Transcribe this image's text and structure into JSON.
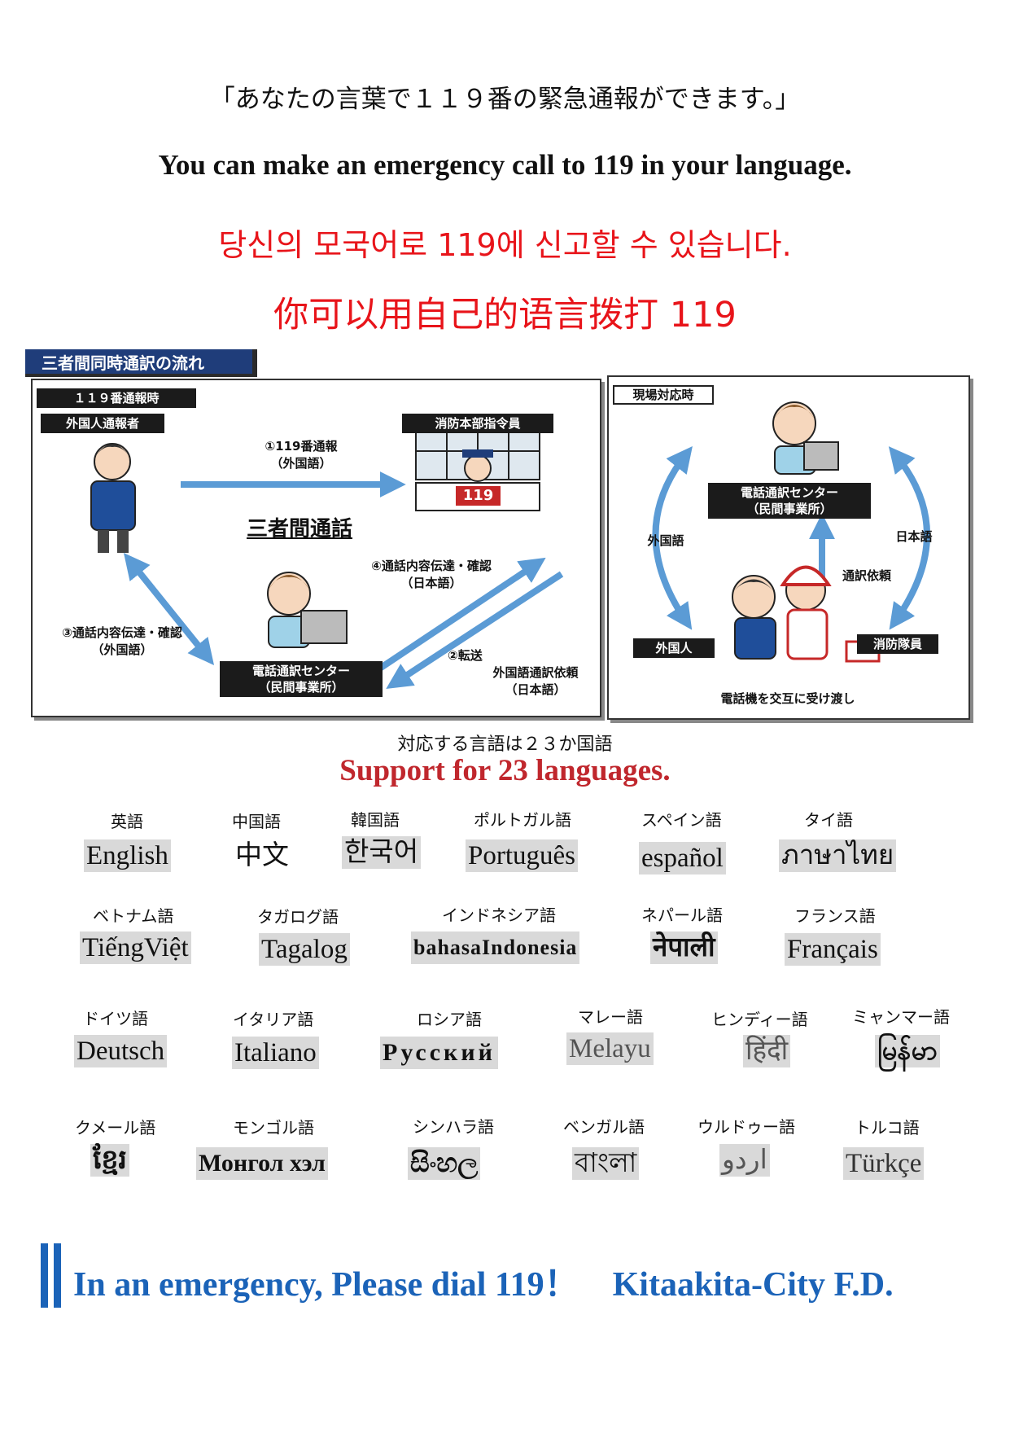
{
  "headings": {
    "ja": "「あなたの言葉で１１９番の緊急通報ができます。」",
    "en": "You can make an emergency call to 119 in your language.",
    "ko": "당신의 모국어로 119에 신고할 수 있습니다.",
    "zh": "你可以用自己的语言拨打 119"
  },
  "diagram": {
    "title": "三者間同時通訳の流れ",
    "left": {
      "label_119": "１１９番通報時",
      "label_foreign_caller": "外国人通報者",
      "label_dispatch": "消防本部指令員",
      "step1_line1": "①119番通報",
      "step1_line2": "（外国語）",
      "tri_call": "三者間通話",
      "step4_line1": "④通話内容伝達・確認",
      "step4_line2": "（日本語）",
      "step3_line1": "③通話内容伝達・確認",
      "step3_line2": "（外国語）",
      "step2_line1": "②転送",
      "step2_line2": "外国語通訳依頼",
      "step2_line3": "（日本語）",
      "center_line1": "電話通訳センター",
      "center_line2": "（民間事業所）",
      "sign_119": "119"
    },
    "right": {
      "label_onsite": "現場対応時",
      "center_line1": "電話通訳センター",
      "center_line2": "（民間事業所）",
      "foreign_lang": "外国語",
      "japanese": "日本語",
      "interp_request": "通訳依頼",
      "foreigner": "外国人",
      "firefighter": "消防隊員",
      "handover": "電話機を交互に受け渡し"
    }
  },
  "support": {
    "ja": "対応する言語は２３か国語",
    "en": "Support for 23 languages."
  },
  "languages": [
    {
      "ja": "英語",
      "native": "English"
    },
    {
      "ja": "中国語",
      "native": "中文"
    },
    {
      "ja": "韓国語",
      "native": "한국어"
    },
    {
      "ja": "ポルトガル語",
      "native": "Português"
    },
    {
      "ja": "スペイン語",
      "native": "español"
    },
    {
      "ja": "タイ語",
      "native": "ภาษาไทย"
    },
    {
      "ja": "ベトナム語",
      "native": "TiếngViệt"
    },
    {
      "ja": "タガログ語",
      "native": "Tagalog"
    },
    {
      "ja": "インドネシア語",
      "native": "bahasaIndonesia"
    },
    {
      "ja": "ネパール語",
      "native": "नेपाली"
    },
    {
      "ja": "フランス語",
      "native": "Français"
    },
    {
      "ja": "ドイツ語",
      "native": "Deutsch"
    },
    {
      "ja": "イタリア語",
      "native": "Italiano"
    },
    {
      "ja": "ロシア語",
      "native": "Русский"
    },
    {
      "ja": "マレー語",
      "native": "Melayu"
    },
    {
      "ja": "ヒンディー語",
      "native": "हिंदी"
    },
    {
      "ja": "ミャンマー語",
      "native": "မြန်မာ"
    },
    {
      "ja": "クメール語",
      "native": "ខ្មែរ"
    },
    {
      "ja": "モンゴル語",
      "native": "Монгол хэл"
    },
    {
      "ja": "シンハラ語",
      "native": "සිංහල"
    },
    {
      "ja": "ベンガル語",
      "native": "বাংলা"
    },
    {
      "ja": "ウルドゥー語",
      "native": "اردو"
    },
    {
      "ja": "トルコ語",
      "native": "Türkçe"
    }
  ],
  "footer": {
    "text": "In an emergency, Please dial 119！　Kitaakita-City F.D."
  },
  "colors": {
    "red": "#e8141a",
    "dark_red": "#c0272d",
    "blue": "#1b63b8",
    "arrow_blue": "#5b9bd5",
    "navy": "#1f3d7a"
  }
}
